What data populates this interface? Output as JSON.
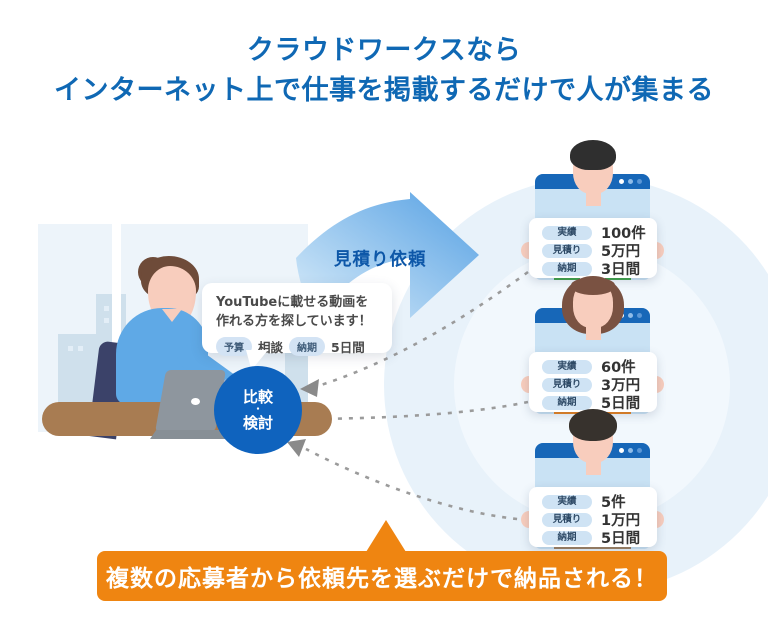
{
  "title": {
    "line1": "クラウドワークスなら",
    "line2": "インターネット上で仕事を掲載するだけで人が集まる"
  },
  "colors": {
    "title_blue": "#0F68B4",
    "accent_blue": "#0F63BE",
    "arrow_blue": "#5CA3E4",
    "window_bar_blue": "#1767B8",
    "pill_blue": "#CFE3F4",
    "banner_orange": "#EF8511"
  },
  "speech_bubble": {
    "line1": "YouTubeに載せる動画を",
    "line2": "作れる方を探しています！",
    "tags": [
      {
        "label": "予算",
        "value": "相談"
      },
      {
        "label": "納期",
        "value": "5日間"
      }
    ]
  },
  "arrow": {
    "label": "見積り依頼"
  },
  "comparison_circle": {
    "top": "比較",
    "middle": "・",
    "bottom": "検討"
  },
  "candidates": [
    {
      "stats": [
        {
          "label": "実績",
          "value": "100件"
        },
        {
          "label": "見積り",
          "value": "5万円"
        },
        {
          "label": "納期",
          "value": "3日間"
        }
      ]
    },
    {
      "stats": [
        {
          "label": "実績",
          "value": "60件"
        },
        {
          "label": "見積り",
          "value": "3万円"
        },
        {
          "label": "納期",
          "value": "5日間"
        }
      ]
    },
    {
      "stats": [
        {
          "label": "実績",
          "value": "5件"
        },
        {
          "label": "見積り",
          "value": "1万円"
        },
        {
          "label": "納期",
          "value": "5日間"
        }
      ]
    }
  ],
  "banner": {
    "text": "複数の応募者から依頼先を選ぶだけで納品される！"
  }
}
